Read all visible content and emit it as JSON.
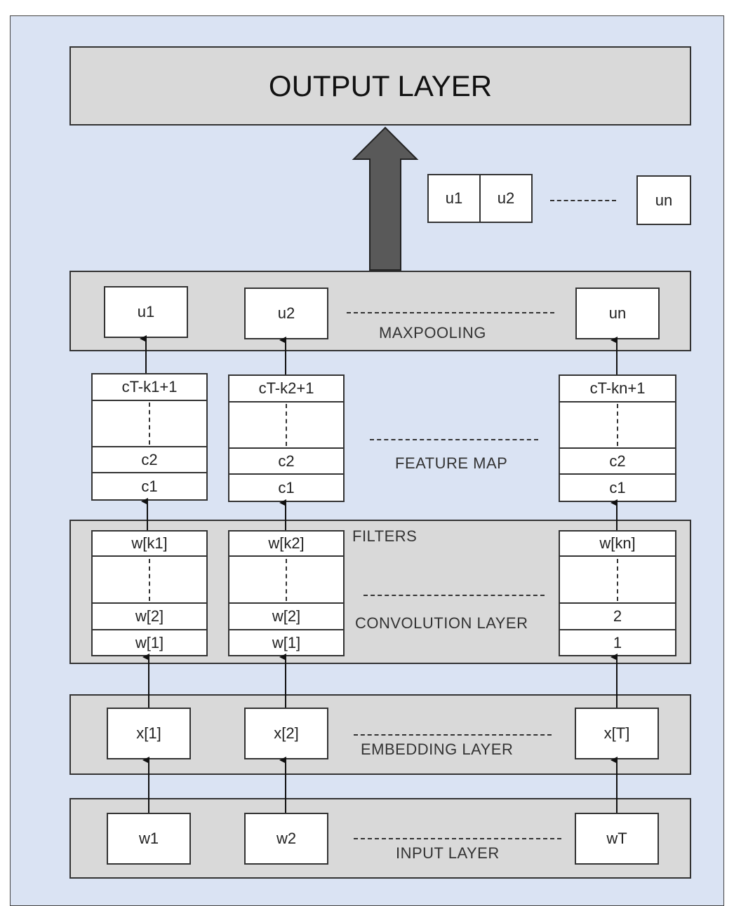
{
  "output_layer": {
    "label": "OUTPUT LAYER"
  },
  "pooled_vector": {
    "cells": [
      "u1",
      "u2"
    ],
    "last": "un"
  },
  "maxpooling": {
    "label": "MAXPOOLING",
    "nodes": [
      "u1",
      "u2",
      "un"
    ]
  },
  "feature_map": {
    "label": "FEATURE MAP",
    "columns": [
      {
        "top": "cT-k1+1",
        "c2": "c2",
        "c1": "c1"
      },
      {
        "top": "cT-k2+1",
        "c2": "c2",
        "c1": "c1"
      },
      {
        "top": "cT-kn+1",
        "c2": "c2",
        "c1": "c1"
      }
    ]
  },
  "convolution": {
    "label": "CONVOLUTION LAYER",
    "filters_label": "FILTERS",
    "columns": [
      {
        "top": "w[k1]",
        "second": "w[2]",
        "first": "w[1]"
      },
      {
        "top": "w[k2]",
        "second": "w[2]",
        "first": "w[1]"
      },
      {
        "top": "w[kn]",
        "second": "2",
        "first": "1"
      }
    ]
  },
  "embedding": {
    "label": "EMBEDDING LAYER",
    "nodes": [
      "x[1]",
      "x[2]",
      "x[T]"
    ]
  },
  "input": {
    "label": "INPUT LAYER",
    "nodes": [
      "w1",
      "w2",
      "wT"
    ]
  },
  "colors": {
    "background": "#dae3f3",
    "layer_fill": "#d9d9d9",
    "big_arrow": "#595959"
  }
}
